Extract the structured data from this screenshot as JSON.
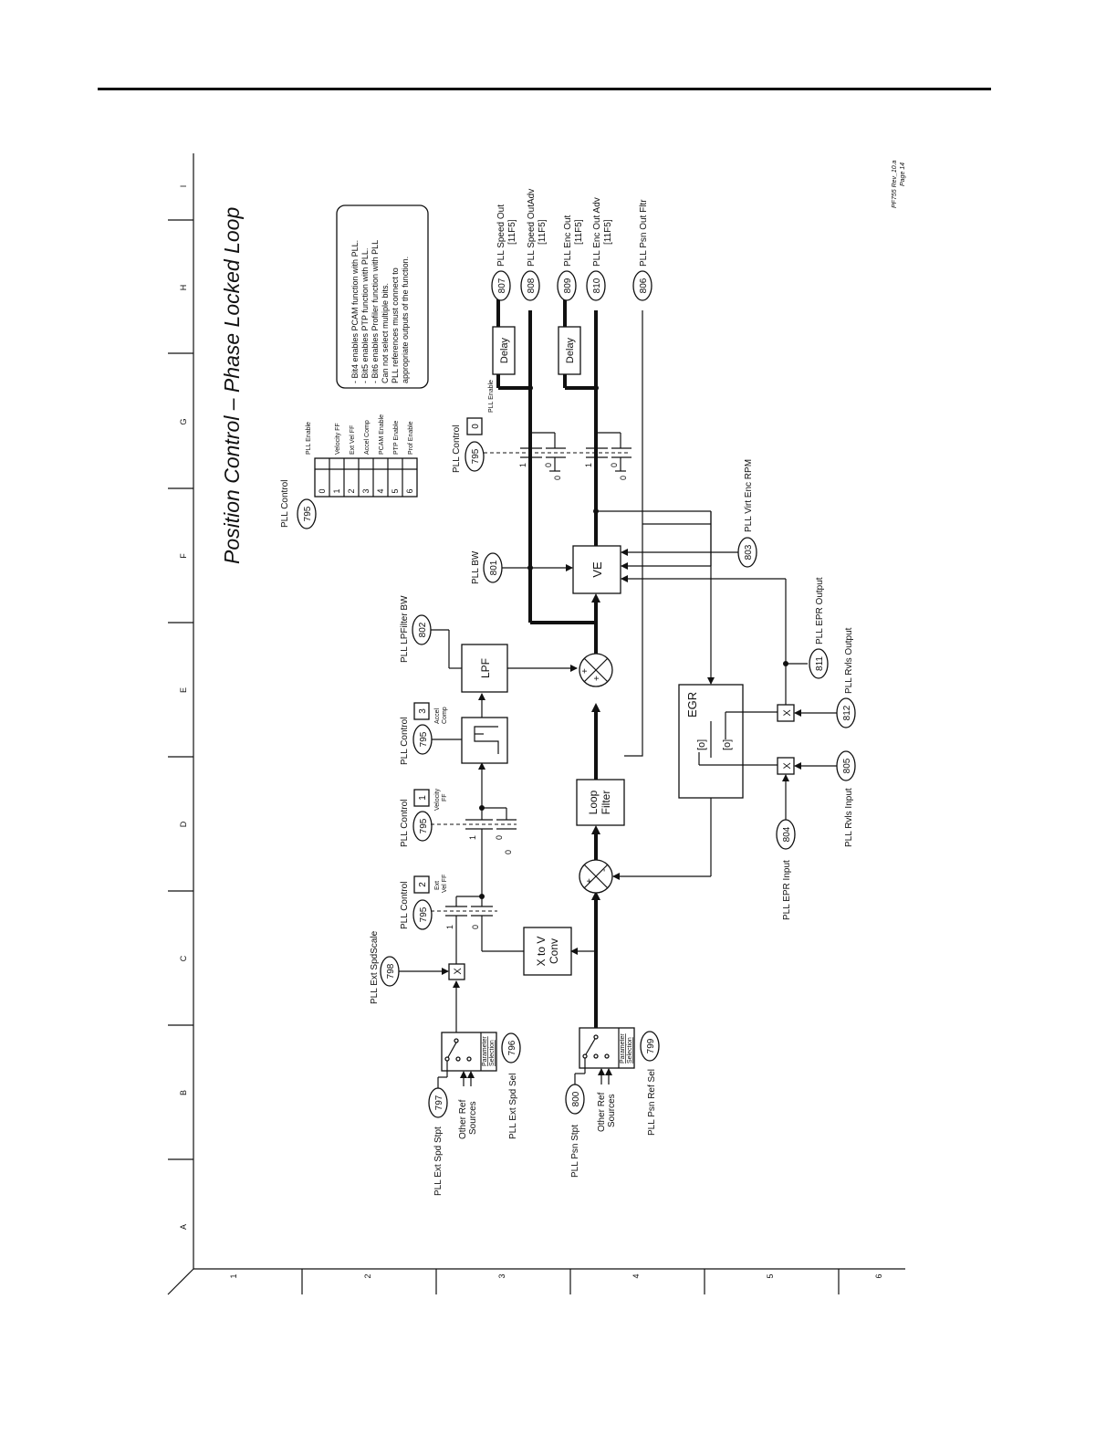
{
  "diagram": {
    "title": "Position Control – Phase Locked Loop",
    "revision": [
      "PF755 Rev_10.a",
      "Page 14"
    ],
    "grid": {
      "columns": [
        "A",
        "B",
        "C",
        "D",
        "E",
        "F",
        "G",
        "H",
        "I"
      ],
      "rows": [
        "1",
        "2",
        "3",
        "4",
        "5",
        "6"
      ]
    },
    "pll_control_table": {
      "label": "PLL Control",
      "param": "795",
      "bits": [
        {
          "bit": "0",
          "name": "PLL Enable"
        },
        {
          "bit": "1",
          "name": "Velocity FF"
        },
        {
          "bit": "2",
          "name": "Ext Vel FF"
        },
        {
          "bit": "3",
          "name": "Accel Comp"
        },
        {
          "bit": "4",
          "name": "PCAM Enable"
        },
        {
          "bit": "5",
          "name": "PTP Enable"
        },
        {
          "bit": "6",
          "name": "Prof Enable"
        }
      ]
    },
    "notes": [
      "- Bit4 enables PCAM function with PLL.",
      "- Bit5 enables PTP function with PLL.",
      "- Bit6 enables Profiler function with PLL",
      "Can not select multiple bits.",
      "PLL references must connect to",
      "appropriate outputs of the function."
    ],
    "blocks": {
      "lpf": "LPF",
      "ve": "VE",
      "egr": "EGR",
      "loop_filter": [
        "Loop",
        "Filter"
      ],
      "x_to_v": [
        "X to V",
        "Conv"
      ],
      "delay": "Delay",
      "mult": "X",
      "sum_signs": [
        "+",
        "+",
        "+",
        "-"
      ],
      "switch_on": "1",
      "switch_off": "0",
      "param_sel": [
        "Parameter",
        "Selection"
      ],
      "egr_o": "[o]"
    },
    "params": {
      "p795": "795",
      "p796": "796",
      "p797": "797",
      "p798": "798",
      "p799": "799",
      "p800": "800",
      "p801": "801",
      "p802": "802",
      "p803": "803",
      "p804": "804",
      "p805": "805",
      "p806": "806",
      "p807": "807",
      "p808": "808",
      "p809": "809",
      "p810": "810",
      "p811": "811",
      "p812": "812"
    },
    "labels": {
      "pll_control": "PLL Control",
      "bit0": "0",
      "bit1": "1",
      "bit2": "2",
      "bit3": "3",
      "pll_enable": "PLL Enable",
      "velocity_ff": [
        "Velocity",
        "FF"
      ],
      "ext_vel_ff": [
        "Ext",
        "Vel FF"
      ],
      "accel_comp": [
        "Accel",
        "Comp"
      ],
      "pll_ext_spd_stpt": "PLL Ext Spd Stpt",
      "other_ref_sources": [
        "Other Ref",
        "Sources"
      ],
      "pll_ext_spd_sel": "PLL Ext Spd Sel",
      "pll_ext_spdscale": "PLL Ext SpdScale",
      "pll_psn_stpt": "PLL Psn Stpt",
      "pll_psn_ref_sel": "PLL Psn Ref Sel",
      "pll_lpfilter_bw": "PLL LPFilter BW",
      "pll_bw": "PLL BW",
      "pll_virt_enc_rpm": "PLL Virt Enc RPM",
      "pll_epr_output": "PLL EPR Output",
      "pll_rvls_output": "PLL Rvls Output",
      "pll_epr_input": "PLL EPR Input",
      "pll_rvls_input": "PLL Rvls Input",
      "pll_speed_out": [
        "PLL Speed Out",
        "[11F5]"
      ],
      "pll_speed_outadv": [
        "PLL Speed OutAdv",
        "[11F5]"
      ],
      "pll_enc_out": [
        "PLL Enc Out",
        "[11F5]"
      ],
      "pll_enc_out_adv": [
        "PLL Enc Out Adv",
        "[11F5]"
      ],
      "pll_psn_out_fltr": "PLL Psn Out Fltr"
    }
  }
}
